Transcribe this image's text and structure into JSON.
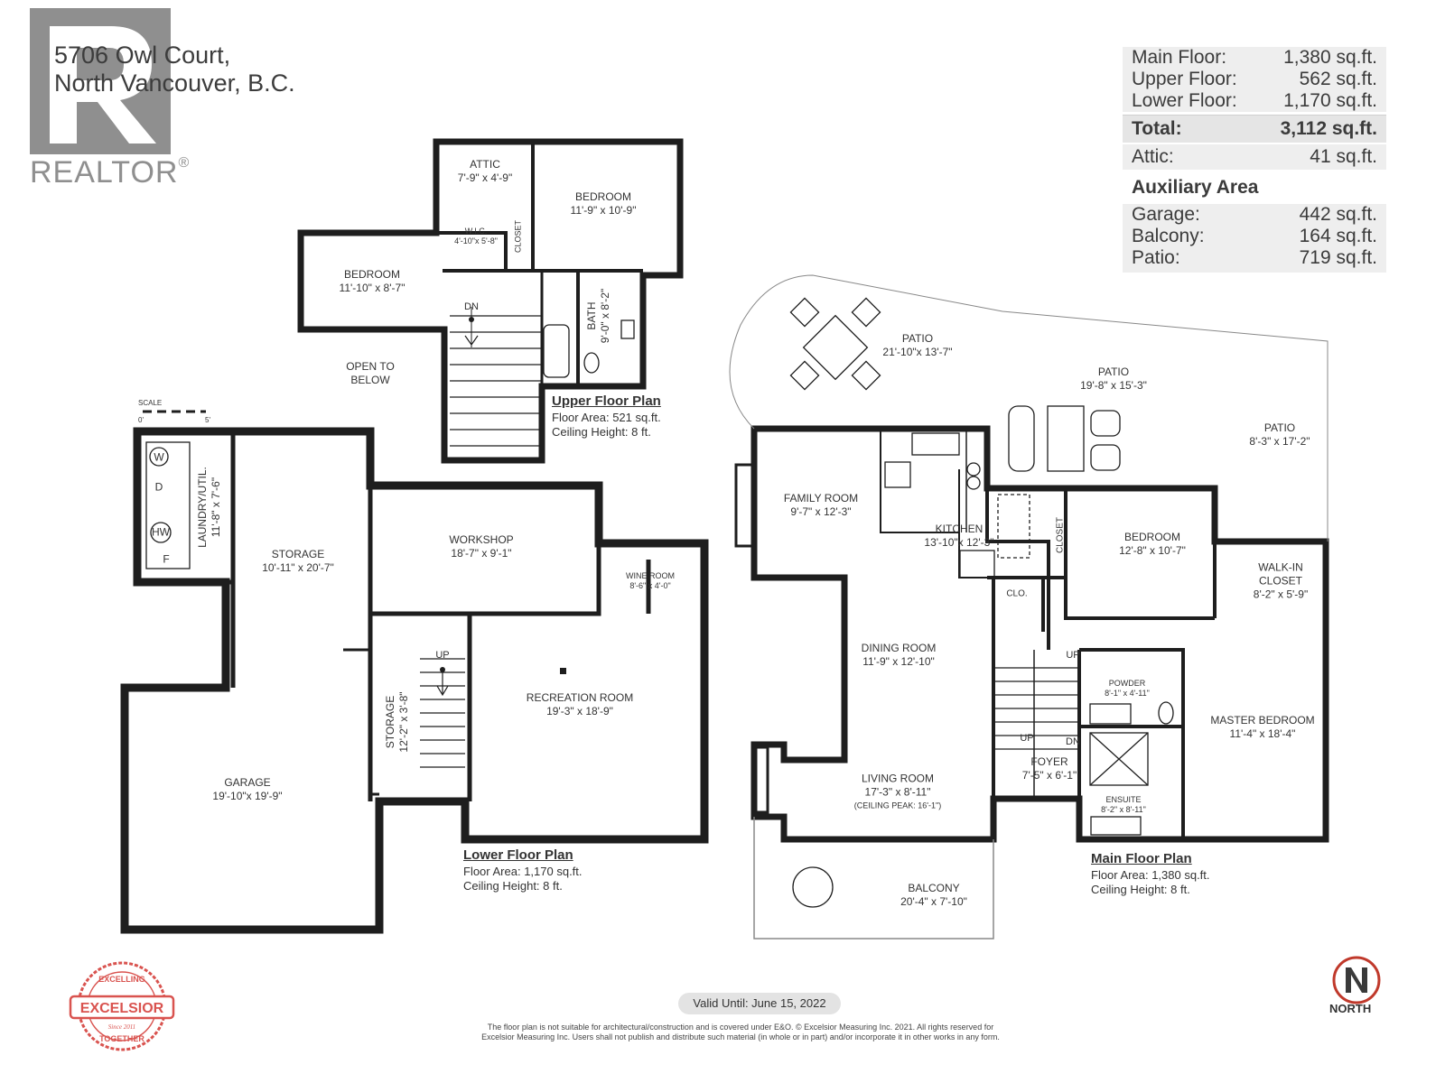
{
  "address": {
    "line1": "5706 Owl Court,",
    "line2": "North Vancouver, B.C."
  },
  "logo": {
    "mark": "R",
    "text": "REALTOR",
    "suffix": "®"
  },
  "areas": {
    "rows": [
      {
        "label": "Main Floor:",
        "value": "1,380 sq.ft."
      },
      {
        "label": "Upper Floor:",
        "value": "562 sq.ft."
      },
      {
        "label": "Lower Floor:",
        "value": "1,170 sq.ft."
      }
    ],
    "total": {
      "label": "Total:",
      "value": "3,112 sq.ft."
    },
    "attic": {
      "label": "Attic:",
      "value": "41 sq.ft."
    },
    "aux_title": "Auxiliary Area",
    "aux_rows": [
      {
        "label": "Garage:",
        "value": "442 sq.ft."
      },
      {
        "label": "Balcony:",
        "value": "164 sq.ft."
      },
      {
        "label": "Patio:",
        "value": "719 sq.ft."
      }
    ]
  },
  "rooms": {
    "attic": {
      "name": "ATTIC",
      "dims": "7'-9\" x 4'-9\""
    },
    "upper_bed1": {
      "name": "BEDROOM",
      "dims": "11'-9\" x 10'-9\""
    },
    "upper_bed2": {
      "name": "BEDROOM",
      "dims": "11'-10\" x 8'-7\""
    },
    "wic": {
      "name": "W.I.C.",
      "dims": "4'-10\"x 5'-8\""
    },
    "closet_upper": {
      "name": "CLOSET"
    },
    "bath": {
      "name": "BATH",
      "dims": "9'-0\" x 8'-2\""
    },
    "open_below": {
      "name": "OPEN TO",
      "name2": "BELOW"
    },
    "laundry": {
      "name": "LAUNDRY/UTIL.",
      "dims": "11'-8\" x 7'-6\""
    },
    "storage1": {
      "name": "STORAGE",
      "dims": "10'-11\" x 20'-7\""
    },
    "workshop": {
      "name": "WORKSHOP",
      "dims": "18'-7\" x 9'-1\""
    },
    "wine": {
      "name": "WINE ROOM",
      "dims": "8'-6\" x 4'-0\""
    },
    "recreation": {
      "name": "RECREATION ROOM",
      "dims": "19'-3\" x 18'-9\""
    },
    "storage2": {
      "name": "STORAGE",
      "dims": "12'-2\" x 3'-8\""
    },
    "garage": {
      "name": "GARAGE",
      "dims": "19'-10\"x 19'-9\""
    },
    "patio1": {
      "name": "PATIO",
      "dims": "21'-10\"x 13'-7\""
    },
    "patio2": {
      "name": "PATIO",
      "dims": "19'-8\" x 15'-3\""
    },
    "patio3": {
      "name": "PATIO",
      "dims": "8'-3\" x 17'-2\""
    },
    "family": {
      "name": "FAMILY ROOM",
      "dims": "9'-7\" x 12'-3\""
    },
    "kitchen": {
      "name": "KITCHEN",
      "dims": "13'-10\"x 12'-3\""
    },
    "closet_main": {
      "name": "CLOSET"
    },
    "main_bed": {
      "name": "BEDROOM",
      "dims": "12'-8\" x 10'-7\""
    },
    "walkin": {
      "name": "WALK-IN",
      "name2": "CLOSET",
      "dims": "8'-2\" x 5'-9\""
    },
    "clo": {
      "name": "CLO."
    },
    "dining": {
      "name": "DINING ROOM",
      "dims": "11'-9\" x 12'-10\""
    },
    "powder": {
      "name": "POWDER",
      "dims": "8'-1\" x 4'-11\""
    },
    "master": {
      "name": "MASTER BEDROOM",
      "dims": "11'-4\" x 18'-4\""
    },
    "foyer": {
      "name": "FOYER",
      "dims": "7'-5\" x 6'-1\""
    },
    "ensuite": {
      "name": "ENSUITE",
      "dims": "8'-2\" x 8'-11\""
    },
    "living": {
      "name": "LIVING ROOM",
      "dims": "17'-3\" x 8'-11\"",
      "note": "(CEILING PEAK: 16'-1\")"
    },
    "balcony": {
      "name": "BALCONY",
      "dims": "20'-4\" x 7'-10\""
    }
  },
  "appliances": {
    "washer": "W",
    "dryer": "D",
    "water_heater": "HW",
    "furnace": "F"
  },
  "stair_labels": {
    "dn": "DN",
    "up": "UP"
  },
  "plans": {
    "upper": {
      "title": "Upper Floor Plan",
      "area": "Floor Area: 521 sq.ft.",
      "ceiling": "Ceiling Height: 8 ft."
    },
    "lower": {
      "title": "Lower Floor Plan",
      "area": "Floor Area: 1,170 sq.ft.",
      "ceiling": "Ceiling Height: 8 ft."
    },
    "main": {
      "title": "Main Floor Plan",
      "area": "Floor Area: 1,380 sq.ft.",
      "ceiling": "Ceiling Height: 8 ft."
    }
  },
  "scale": {
    "label": "SCALE",
    "start": "0'",
    "end": "5'"
  },
  "valid_until": "Valid Until:   June 15, 2022",
  "disclaimer": {
    "line1": "The floor plan is not suitable for architectural/construction and is covered under E&O. © Excelsior Measuring Inc. 2021. All rights reserved for",
    "line2": "Excelsior Measuring Inc. Users shall not publish and distribute such material (in whole or in part) and/or incorporate it in other works in any form."
  },
  "excelsior": {
    "top": "EXCELLING",
    "name": "EXCELSIOR",
    "since": "Since 2011",
    "bottom": "TOGETHER"
  },
  "north": {
    "label": "NORTH"
  },
  "colors": {
    "wall": "#1e1e1e",
    "logo_gray": "#8f8f8f",
    "badge_red": "#d9534f",
    "panel_bg": "#eeeeee"
  }
}
